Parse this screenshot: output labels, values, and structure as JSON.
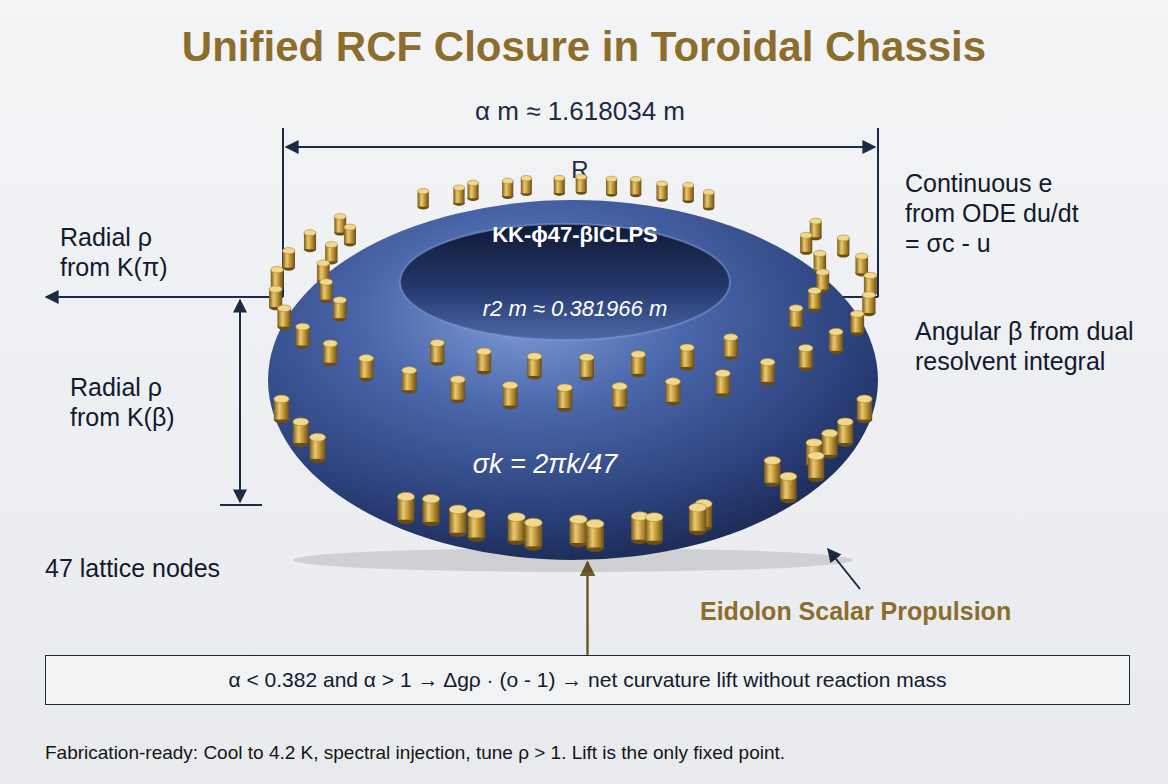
{
  "diagram": {
    "title": "Unified RCF Closure in Toroidal Chassis",
    "caption": "Fabrication-ready: Cool to 4.2 K, spectral injection, tune ρ > 1. Lift is the only fixed point.",
    "nodes": [
      {
        "text": [
          "KK-ϕ47-βICLPS",
          "r2 m ≈ 0.381966 m",
          "σk = 2πk/47"
        ]
      },
      {
        "text": [
          "α < 0.382 and α > 1 → Δgρ · (o - 1) → net curvature lift without reaction mass"
        ]
      }
    ],
    "edges": [
      {
        "from": 1,
        "to": 0,
        "arrow": "to"
      }
    ],
    "labels": [
      "α m ≈ 1.618034 m",
      "R",
      "Radial ρ from K(π)",
      "Continuous e from ODE du/dt = σc - u",
      "Angular β from dual resolvent integral",
      "Radial ρ from K(β)",
      "47 lattice nodes",
      "Eidolon Scalar Propulsion"
    ]
  }
}
